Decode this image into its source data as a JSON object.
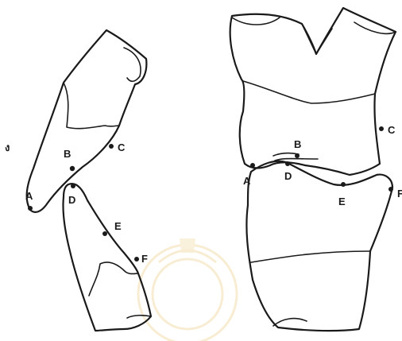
{
  "colors": {
    "ink": "#1a1a1a",
    "background": "#ffffff",
    "watermark": "#f3dfb0"
  },
  "left_figure": {
    "labels": {
      "A": "A",
      "B": "B",
      "C": "C",
      "D": "D",
      "E": "E",
      "F": "F"
    },
    "stray_mark": "ง"
  },
  "right_figure": {
    "labels": {
      "A": "A",
      "B": "B",
      "C": "C",
      "D": "D",
      "E": "E",
      "F": "F"
    }
  }
}
